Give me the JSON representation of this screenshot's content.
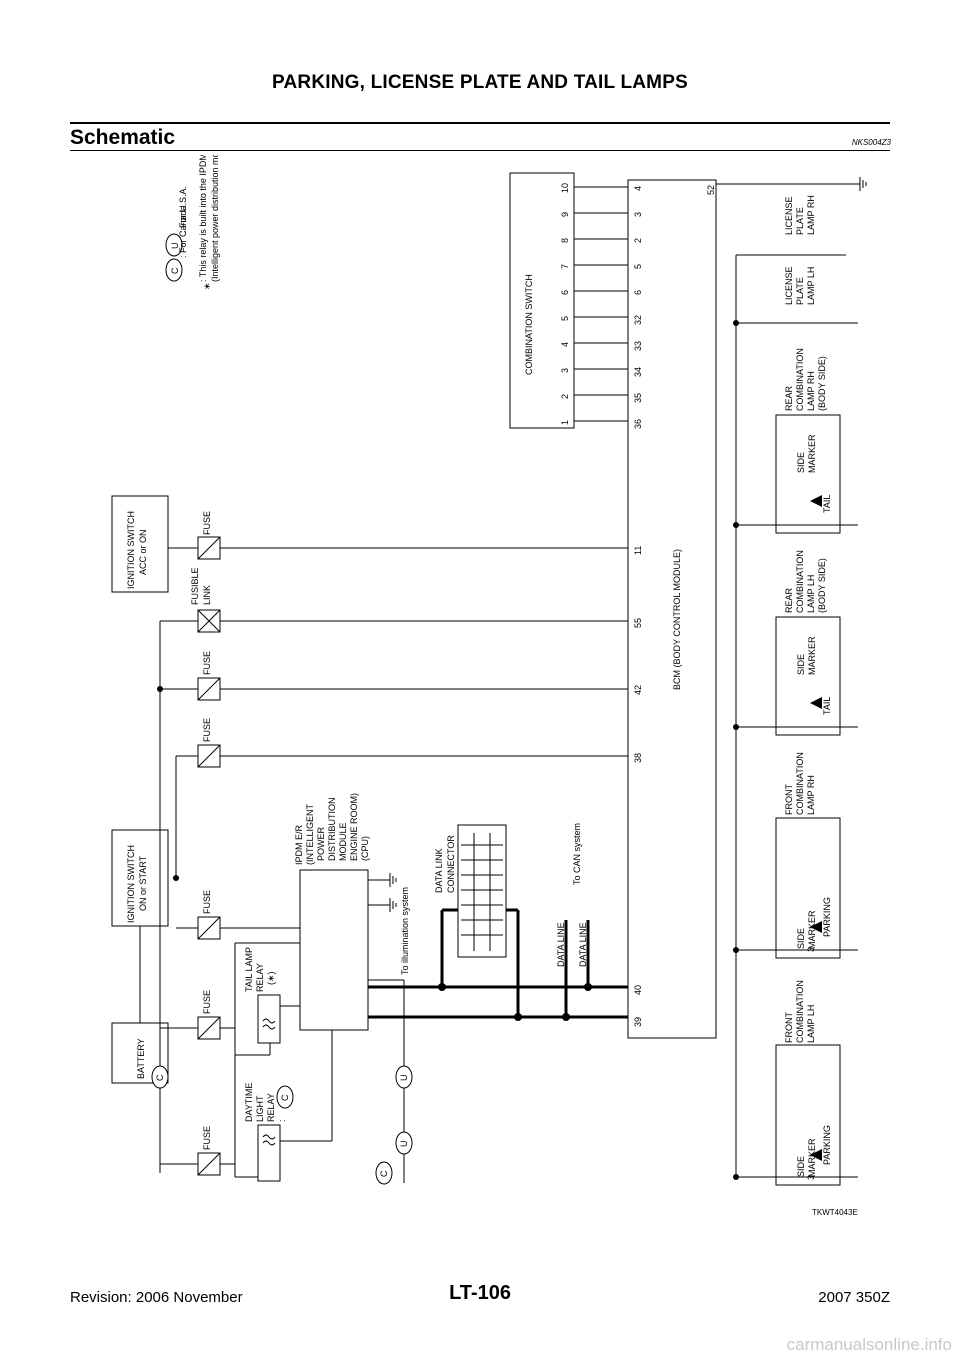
{
  "header": {
    "title": "PARKING, LICENSE PLATE AND TAIL LAMPS"
  },
  "section": {
    "title": "Schematic",
    "code": "NKS004Z3"
  },
  "legend": {
    "u": {
      "badge": "U",
      "text": ": For U.S.A."
    },
    "c": {
      "badge": "C",
      "text": ": For Canada"
    },
    "note_mark": "∗",
    "note_line1": ": This relay is built into the IPDM E/R",
    "note_line2": "(Intelligent power distribution module engine room)."
  },
  "diagram": {
    "battery": "BATTERY",
    "ign_on_start": [
      "IGNITION SWITCH",
      "ON or START"
    ],
    "ign_acc_on": [
      "IGNITION SWITCH",
      "ACC or ON"
    ],
    "fuse": "FUSE",
    "fusible_link": [
      "FUSIBLE",
      "LINK"
    ],
    "badge_c": "C",
    "badge_u": "U",
    "drl_relay": [
      "DAYTIME",
      "LIGHT",
      "RELAY",
      ":"
    ],
    "tail_relay": [
      "TAIL LAMP",
      "RELAY",
      "(∗)"
    ],
    "ipdm": [
      "IPDM E/R",
      "(INTELLIGENT",
      "POWER",
      "DISTRIBUTION",
      "MODULE",
      "ENGINE ROOM)",
      "(CPU)"
    ],
    "illumination": "To illumination system",
    "dlc": [
      "DATA LINK",
      "CONNECTOR"
    ],
    "can": "To CAN system",
    "data_line": "DATA LINE",
    "combination_switch": "COMBINATION SWITCH",
    "comb_numbers": [
      "1",
      "2",
      "3",
      "4",
      "5",
      "6",
      "7",
      "8",
      "9",
      "10"
    ],
    "bcm_pins": [
      "36",
      "35",
      "34",
      "33",
      "32",
      "6",
      "5",
      "2",
      "3",
      "4"
    ],
    "bcm_pin_52": "52",
    "bcm_bottom_pins": [
      "39",
      "40",
      "38",
      "42",
      "55",
      "11"
    ],
    "bcm": "BCM (BODY CONTROL MODULE)",
    "side_marker": [
      "SIDE",
      "MARKER"
    ],
    "parking": "PARKING",
    "tail": "TAIL",
    "bulb_number": "3",
    "front_lh": [
      "FRONT",
      "COMBINATION",
      "LAMP LH"
    ],
    "front_rh": [
      "FRONT",
      "COMBINATION",
      "LAMP RH"
    ],
    "rear_lh": [
      "REAR",
      "COMBINATION",
      "LAMP LH",
      "(BODY SIDE)"
    ],
    "rear_rh": [
      "REAR",
      "COMBINATION",
      "LAMP RH",
      "(BODY SIDE)"
    ],
    "lic_lh": [
      "LICENSE",
      "PLATE",
      "LAMP LH"
    ],
    "lic_rh": [
      "LICENSE",
      "PLATE",
      "LAMP RH"
    ],
    "figure_id": "TKWT4043E"
  },
  "footer": {
    "revision": "Revision: 2006 November",
    "page": "LT-106",
    "model": "2007 350Z"
  },
  "watermark": "carmanualsonline.info"
}
